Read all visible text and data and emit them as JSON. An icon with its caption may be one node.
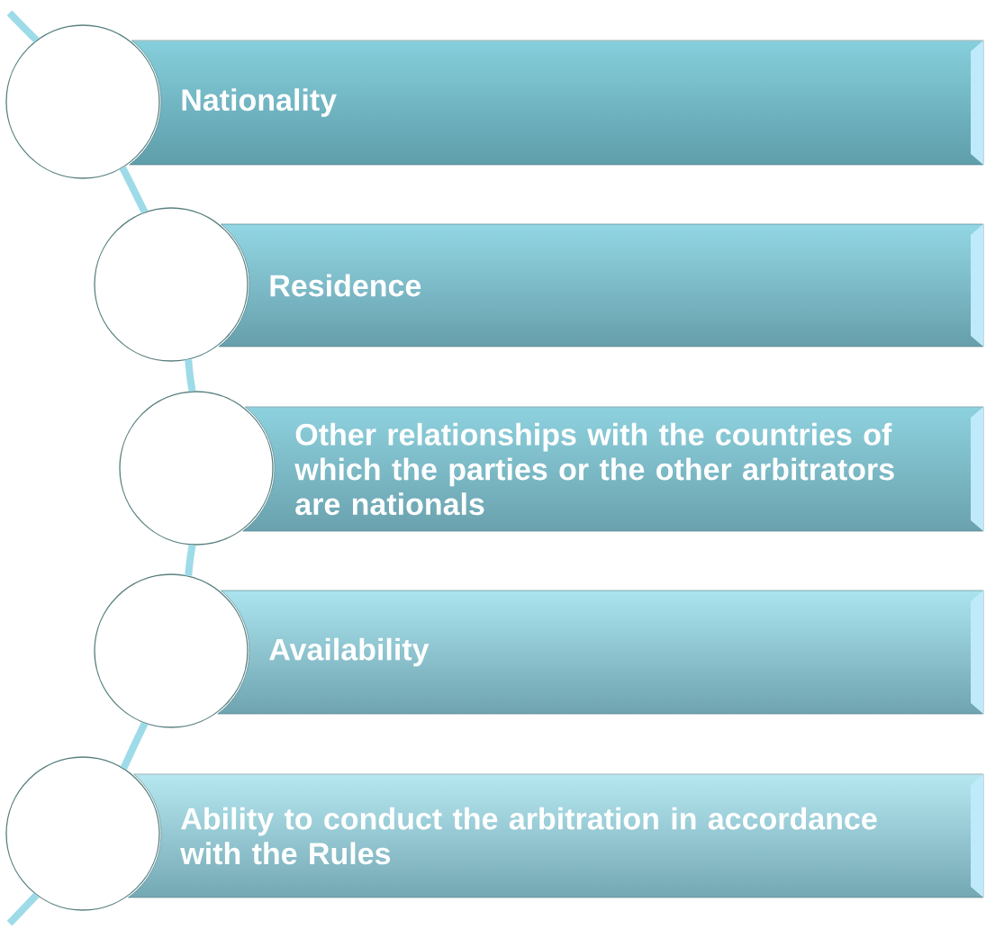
{
  "diagram": {
    "nodes": [
      {
        "text": [],
        "shape": "circle"
      },
      {
        "text": [
          "Nationality"
        ]
      },
      {
        "text": [],
        "shape": "circle"
      },
      {
        "text": [
          "Residence"
        ]
      },
      {
        "text": [],
        "shape": "circle"
      },
      {
        "text": [
          "Other relationships with the countries of which the parties or the other arbitrators are nationals"
        ]
      },
      {
        "text": [],
        "shape": "circle"
      },
      {
        "text": [
          "Availability"
        ]
      },
      {
        "text": [],
        "shape": "circle"
      },
      {
        "text": [
          "Ability to conduct the arbitration in accordance with the Rules"
        ]
      }
    ],
    "edges": [
      {
        "from": null,
        "to": 0,
        "arrow": "none"
      },
      {
        "from": 0,
        "to": 2,
        "arrow": "none"
      },
      {
        "from": 2,
        "to": 4,
        "arrow": "none"
      },
      {
        "from": 4,
        "to": 6,
        "arrow": "none"
      },
      {
        "from": 6,
        "to": 8,
        "arrow": "none"
      },
      {
        "from": 8,
        "to": null,
        "arrow": "none"
      }
    ]
  }
}
